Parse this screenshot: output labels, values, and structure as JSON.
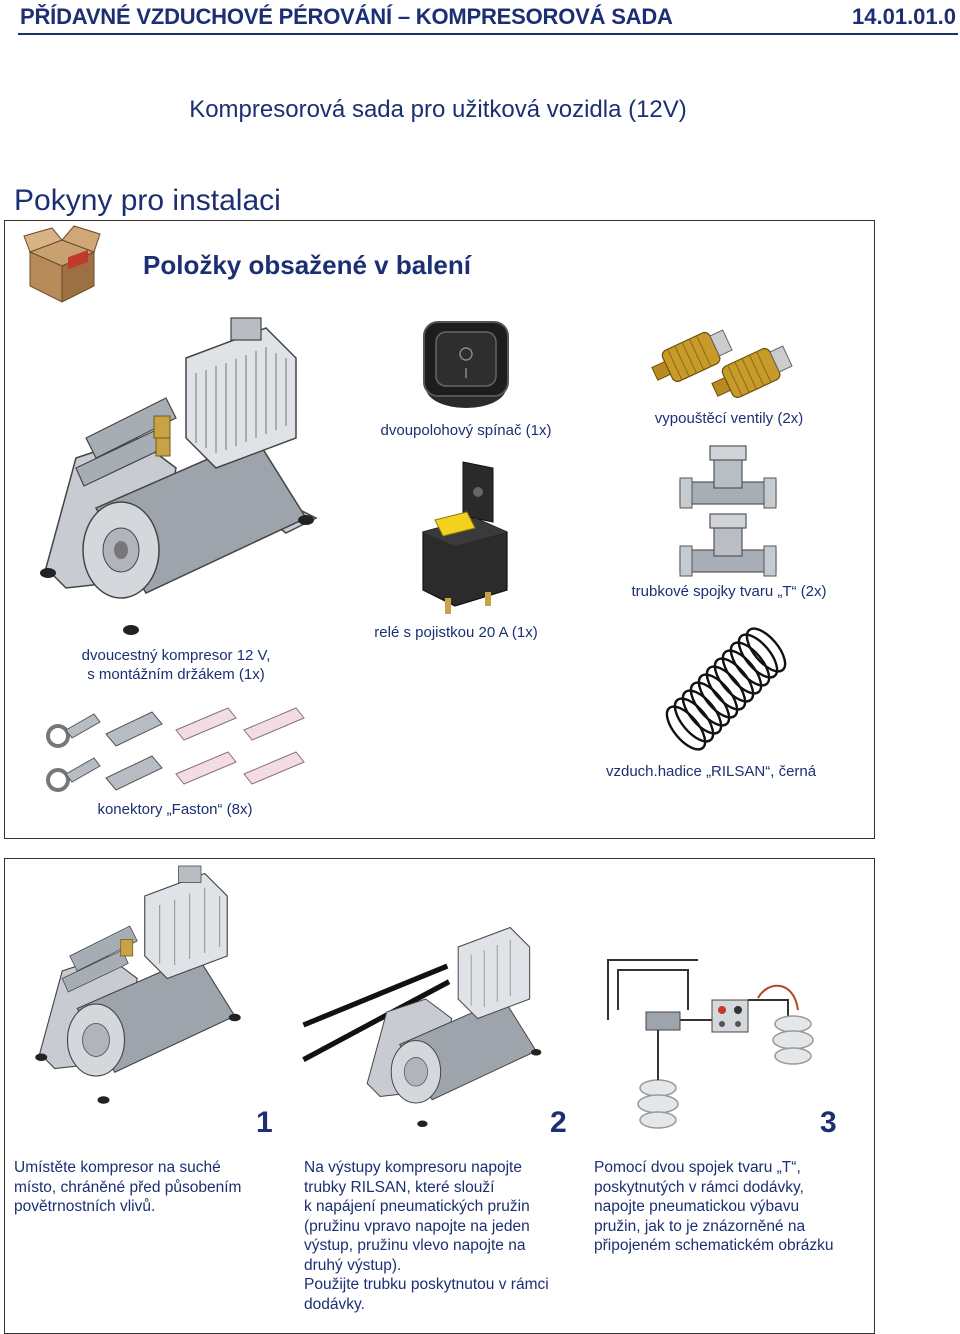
{
  "header": {
    "title": "PŘÍDAVNÉ VZDUCHOVÉ PÉROVÁNÍ – KOMPRESOROVÁ SADA",
    "code": "14.01.01.0"
  },
  "subtitle": "Kompresorová sada pro užitková vozidla (12V)",
  "section_title": "Pokyny pro instalaci",
  "package": {
    "title": "Položky obsažené v balení",
    "items": {
      "switch": "dvoupolohový spínač (1x)",
      "valves": "vypouštěcí ventily (2x)",
      "tee": "trubkové spojky tvaru „T“ (2x)",
      "compressor_line1": "dvoucestný kompresor 12 V,",
      "compressor_line2": "s montážním držákem (1x)",
      "relay": "relé s pojistkou 20 A (1x)",
      "hose": "vzduch.hadice „RILSAN“, černá",
      "connectors": "konektory „Faston“ (8x)"
    }
  },
  "steps": [
    {
      "number": "1",
      "lines": [
        "Umístěte kompresor na suché",
        "místo, chráněné před působením",
        "povětrnostních vlivů."
      ]
    },
    {
      "number": "2",
      "lines": [
        "Na výstupy kompresoru napojte",
        "trubky RILSAN, které slouží",
        "k napájení pneumatických pružin",
        "(pružinu vpravo napojte na jeden",
        "výstup, pružinu vlevo napojte na",
        "druhý výstup).",
        "Použijte trubku poskytnutou v rámci",
        "dodávky."
      ]
    },
    {
      "number": "3",
      "lines": [
        "Pomocí dvou spojek tvaru „T“,",
        "poskytnutých v rámci dodávky,",
        "napojte pneumatickou výbavu",
        "pružin, jak to je znázorněné na",
        "připojeném schematickém obrázku"
      ]
    }
  ],
  "colors": {
    "text": "#1c2f73",
    "border": "#333333"
  },
  "icons": [
    "box-icon",
    "compressor-icon",
    "switch-icon",
    "valve-icon",
    "tee-connector-icon",
    "relay-icon",
    "hose-coil-icon",
    "faston-connector-icon",
    "schematic-icon"
  ]
}
